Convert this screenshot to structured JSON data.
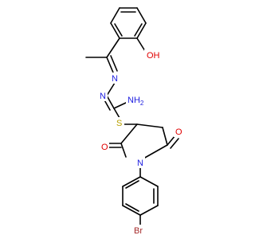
{
  "molecule": {
    "atoms": {
      "oh": {
        "text": "OH",
        "color": "#e00000"
      },
      "n1": {
        "text": "N",
        "color": "#2020e0"
      },
      "n2": {
        "text": "N",
        "color": "#2020e0"
      },
      "nh2": {
        "text": "NH",
        "sub": "2",
        "color": "#2020e0"
      },
      "s": {
        "text": "S",
        "color": "#b8a000"
      },
      "o1": {
        "text": "O",
        "color": "#e00000"
      },
      "o2": {
        "text": "O",
        "color": "#e00000"
      },
      "n3": {
        "text": "N",
        "color": "#2020e0"
      },
      "br": {
        "text": "Br",
        "color": "#a52a2a"
      }
    },
    "colors": {
      "bond": "#000000",
      "oxygen": "#e00000",
      "nitrogen": "#2020e0",
      "sulfur": "#b8a000",
      "bromine": "#a52a2a"
    }
  }
}
